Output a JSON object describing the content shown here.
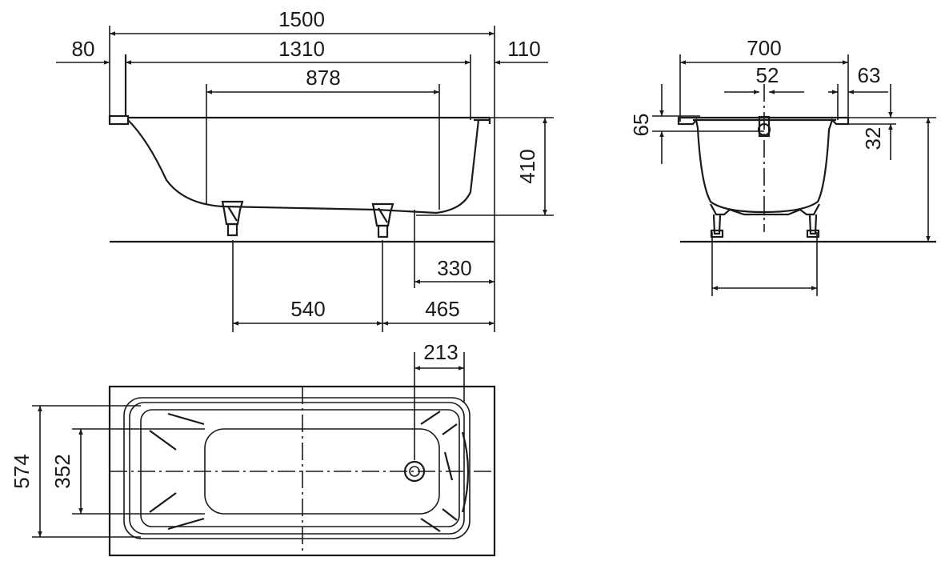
{
  "dimensions": {
    "overall_length": "1500",
    "left_rim": "80",
    "inner_length": "1310",
    "right_rim": "110",
    "bottom_length": "878",
    "height": "410",
    "drain_offset": "330",
    "leg_spacing": "540",
    "leg_offset": "465",
    "overall_width": "700",
    "overflow_width": "52",
    "side_rim": "63",
    "overflow_height": "65",
    "rim_height": "32",
    "drain_x": "213",
    "width_574": "574",
    "width_352": "352"
  },
  "colors": {
    "line": "#1a1a1a",
    "background": "#ffffff"
  }
}
